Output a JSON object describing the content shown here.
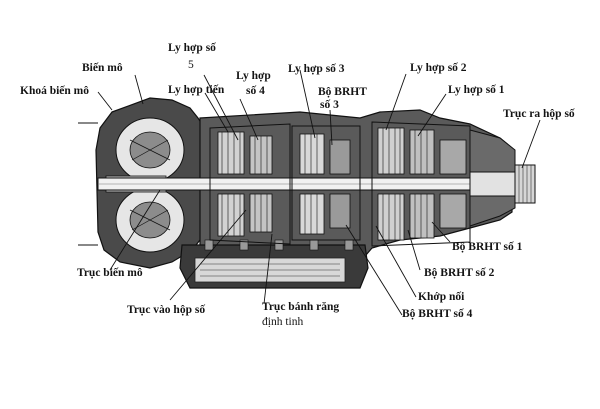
{
  "diagram": {
    "labels": {
      "bien_mo": "Biến mô",
      "khoa_bien_mo": "Khoá biến mô",
      "ly_hop_so_5_line1": "Ly hợp số",
      "ly_hop_so_5_line2": "5",
      "ly_hop_tien": "Ly hợp tiến",
      "ly_hop_so_4_line1": "Ly hợp",
      "ly_hop_so_4_line2": "số 4",
      "ly_hop_so_3": "Ly hợp số 3",
      "bo_brht_so_3_line1": "Bộ BRHT",
      "bo_brht_so_3_line2": "số 3",
      "ly_hop_so_2": "Ly hợp số 2",
      "ly_hop_so_1": "Ly hợp số 1",
      "truc_ra_hop_so": "Trục ra hộp số",
      "bo_brht_so_1": "Bộ BRHT số 1",
      "bo_brht_so_2": "Bộ BRHT số 2",
      "khop_noi": "Khớp nối",
      "bo_brht_so_4": "Bộ BRHT số 4",
      "truc_bien_mo": "Trục biến mô",
      "truc_vao_hop_so": "Trục vào hộp số",
      "truc_banh_rang_line1": "Trục bánh răng",
      "truc_banh_rang_line2": "định tinh"
    }
  }
}
